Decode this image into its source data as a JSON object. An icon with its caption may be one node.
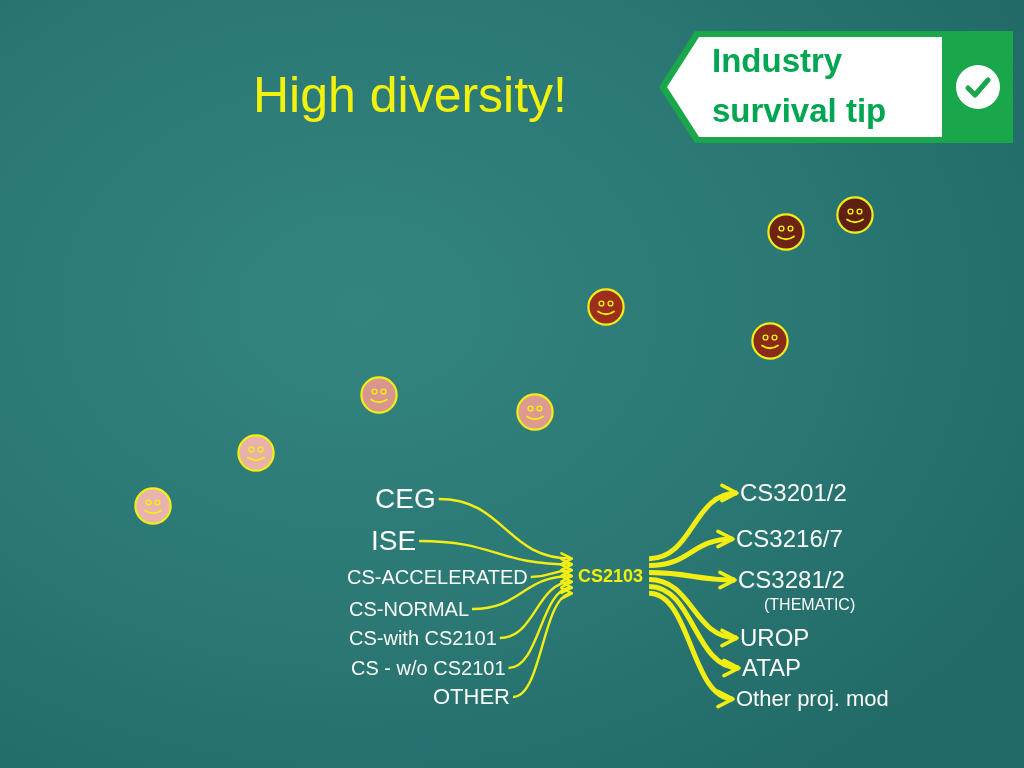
{
  "diagram": {
    "title": "High diversity!",
    "nodes": [
      {
        "text": [
          "Industry survival tip"
        ]
      },
      {
        "text": [
          "CEG"
        ]
      },
      {
        "text": [
          "ISE"
        ]
      },
      {
        "text": [
          "CS-ACCELERATED"
        ]
      },
      {
        "text": [
          "CS-NORMAL"
        ]
      },
      {
        "text": [
          "CS-with CS2101"
        ]
      },
      {
        "text": [
          "CS - w/o CS2101"
        ]
      },
      {
        "text": [
          "OTHER"
        ]
      },
      {
        "text": [
          "CS2103"
        ]
      },
      {
        "text": [
          "CS3201/2"
        ]
      },
      {
        "text": [
          "CS3216/7"
        ]
      },
      {
        "text": [
          "CS3281/2"
        ],
        "beside": [
          "(THEMATIC)"
        ]
      },
      {
        "text": [
          "UROP"
        ]
      },
      {
        "text": [
          "ATAP"
        ]
      },
      {
        "text": [
          "Other proj. mod"
        ]
      }
    ],
    "edges": [
      {
        "from": 1,
        "to": 8,
        "arrow": "to"
      },
      {
        "from": 2,
        "to": 8,
        "arrow": "to"
      },
      {
        "from": 3,
        "to": 8,
        "arrow": "to"
      },
      {
        "from": 4,
        "to": 8,
        "arrow": "to"
      },
      {
        "from": 5,
        "to": 8,
        "arrow": "to"
      },
      {
        "from": 6,
        "to": 8,
        "arrow": "to"
      },
      {
        "from": 7,
        "to": 8,
        "arrow": "to"
      },
      {
        "from": 8,
        "to": 9,
        "arrow": "to",
        "style": "thick"
      },
      {
        "from": 8,
        "to": 10,
        "arrow": "to",
        "style": "thick"
      },
      {
        "from": 8,
        "to": 11,
        "arrow": "to",
        "style": "thick"
      },
      {
        "from": 8,
        "to": 12,
        "arrow": "to",
        "style": "thick"
      },
      {
        "from": 8,
        "to": 13,
        "arrow": "to",
        "style": "thick"
      },
      {
        "from": 8,
        "to": 14,
        "arrow": "to",
        "style": "thick"
      }
    ]
  }
}
